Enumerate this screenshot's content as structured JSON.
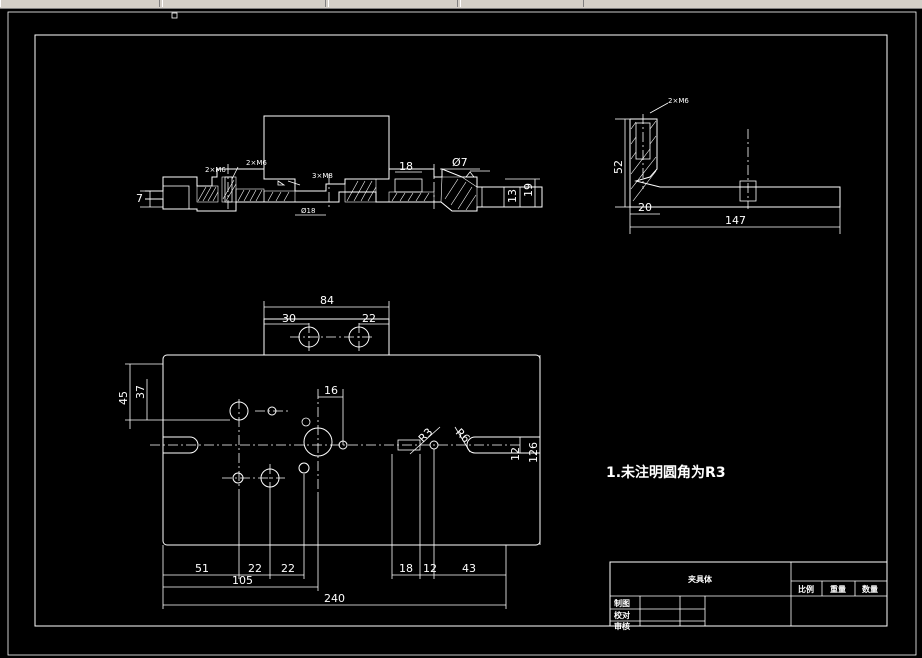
{
  "window": {
    "toolbar_segments": [
      "",
      "",
      "",
      ""
    ]
  },
  "drawing": {
    "note": "1.未注明圆角为R3",
    "top_view": {
      "dims": {
        "overall_width": "84",
        "hole_spacing_left": "30",
        "hole_spacing_right": "22",
        "height_45": "45",
        "height_37": "37",
        "offset_16": "16",
        "r3": "R3",
        "r6": "R6",
        "slot_12": "12",
        "height_126": "126",
        "b51": "51",
        "b22a": "22",
        "b22b": "22",
        "b18": "18",
        "b12": "12",
        "b43": "43",
        "b105": "105",
        "b240": "240"
      }
    },
    "front_section": {
      "dims": {
        "d7": "7",
        "n2x_m6_left": "2×M6",
        "n2x_m6_small": "2×M6",
        "n3x_m8": "3×M8",
        "dia18": "Ø18",
        "w18": "18",
        "dia7": "Ø7",
        "h13": "13",
        "h19": "19"
      }
    },
    "side_view": {
      "dims": {
        "n2x_m6": "2×M6",
        "h52": "52",
        "w20": "20",
        "w147": "147"
      }
    },
    "title_block": {
      "part_name": "夹具体",
      "scale_label": "比例",
      "weight_label": "重量",
      "qty_label": "数量",
      "drawn_label": "制图",
      "checked_label": "校对",
      "approved_label": "审核"
    }
  },
  "colors": {
    "background": "#000000",
    "lines": "#ffffff",
    "window_chrome": "#d4d0c8"
  }
}
